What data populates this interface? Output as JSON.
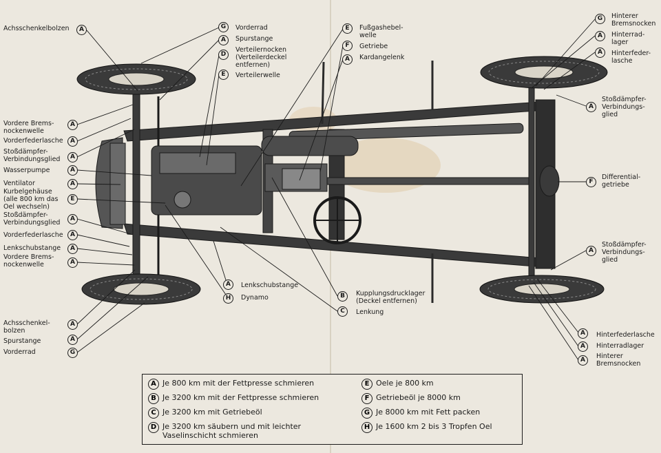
{
  "callouts": [
    {
      "id": "achsschenkelbolzen-tl",
      "letter": "A",
      "lines": [
        "Achsschenkelbolzen"
      ]
    },
    {
      "id": "vorderrad-top",
      "letter": "G",
      "lines": [
        "Vorderrad"
      ]
    },
    {
      "id": "spurstange-top",
      "letter": "A",
      "lines": [
        "Spurstange"
      ]
    },
    {
      "id": "verteilernocken",
      "letter": "D",
      "lines": [
        "Verteilernocken",
        "(Verteilerdeckel",
        "entfernen)"
      ]
    },
    {
      "id": "verteilerwelle",
      "letter": "E",
      "lines": [
        "Verteilerwelle"
      ]
    },
    {
      "id": "fussgashebelwelle",
      "letter": "E",
      "lines": [
        "Fußgashebel-",
        "welle"
      ]
    },
    {
      "id": "getriebe",
      "letter": "F",
      "lines": [
        "Getriebe"
      ]
    },
    {
      "id": "kardangelenk",
      "letter": "A",
      "lines": [
        "Kardangelenk"
      ]
    },
    {
      "id": "hinterer-bremsnocken-top",
      "letter": "G",
      "lines": [
        "Hinterer",
        "Bremsnocken"
      ]
    },
    {
      "id": "hinterradlager-top",
      "letter": "A",
      "lines": [
        "Hinterrad-",
        "lager"
      ]
    },
    {
      "id": "hinterfederlasche-top",
      "letter": "A",
      "lines": [
        "Hinterfeder-",
        "lasche"
      ]
    },
    {
      "id": "stossdaempfer-rt",
      "letter": "A",
      "lines": [
        "Stoßdämpfer-",
        "Verbindungs-",
        "glied"
      ]
    },
    {
      "id": "differentialgetriebe",
      "letter": "F",
      "lines": [
        "Differential-",
        "getriebe"
      ]
    },
    {
      "id": "stossdaempfer-rb",
      "letter": "A",
      "lines": [
        "Stoßdämpfer-",
        "Verbindungs-",
        "glied"
      ]
    },
    {
      "id": "hinterfederlasche-bottom",
      "letter": "A",
      "lines": [
        "Hinterfederlasche"
      ]
    },
    {
      "id": "hinterradlager-bottom",
      "letter": "A",
      "lines": [
        "Hinterradlager"
      ]
    },
    {
      "id": "hinterer-bremsnocken-bottom",
      "letter": "A",
      "lines": [
        "Hinterer",
        "Bremsnocken"
      ]
    },
    {
      "id": "vordere-bremsnockenwelle-top",
      "letter": "A",
      "lines": [
        "Vordere Brems-",
        "nockenwelle"
      ]
    },
    {
      "id": "vorderfederlasche-top",
      "letter": "A",
      "lines": [
        "Vorderfederlasche"
      ]
    },
    {
      "id": "stossdaempfer-lt",
      "letter": "A",
      "lines": [
        "Stoßdämpfer-",
        "Verbindungsglied"
      ]
    },
    {
      "id": "wasserpumpe",
      "letter": "A",
      "lines": [
        "Wasserpumpe"
      ]
    },
    {
      "id": "ventilator",
      "letter": "A",
      "lines": [
        "Ventilator"
      ]
    },
    {
      "id": "kurbelgehaeuse",
      "letter": "E",
      "lines": [
        "Kurbelgehäuse",
        "(alle 800 km das",
        "Oel wechseln)"
      ]
    },
    {
      "id": "stossdaempfer-lb",
      "letter": "A",
      "lines": [
        "Stoßdämpfer-",
        "Verbindungsglied"
      ]
    },
    {
      "id": "vorderfederlasche-bottom",
      "letter": "A",
      "lines": [
        "Vorderfederlasche"
      ]
    },
    {
      "id": "lenkschubstange-left",
      "letter": "A",
      "lines": [
        "Lenkschubstange"
      ]
    },
    {
      "id": "vordere-bremsnockenwelle-bottom",
      "letter": "A",
      "lines": [
        "Vordere Brems-",
        "nockenwelle"
      ]
    },
    {
      "id": "lenkschubstange-center",
      "letter": "A",
      "lines": [
        "Lenkschubstange"
      ]
    },
    {
      "id": "dynamo",
      "letter": "H",
      "lines": [
        "Dynamo"
      ]
    },
    {
      "id": "kupplungsdrucklager",
      "letter": "B",
      "lines": [
        "Kupplungsdrucklager",
        "(Deckel entfernen)"
      ]
    },
    {
      "id": "lenkung",
      "letter": "C",
      "lines": [
        "Lenkung"
      ]
    },
    {
      "id": "achsschenkelbolzen-bl",
      "letter": "A",
      "lines": [
        "Achsschenkel-",
        "bolzen"
      ]
    },
    {
      "id": "spurstange-bottom",
      "letter": "A",
      "lines": [
        "Spurstange"
      ]
    },
    {
      "id": "vorderrad-bottom",
      "letter": "G",
      "lines": [
        "Vorderrad"
      ]
    }
  ],
  "legend": [
    {
      "letter": "A",
      "lines": [
        "Je 800 km mit der Fettpresse schmieren"
      ]
    },
    {
      "letter": "B",
      "lines": [
        "Je 3200 km mit der Fettpresse schmieren"
      ]
    },
    {
      "letter": "C",
      "lines": [
        "Je 3200 km mit Getriebeöl"
      ]
    },
    {
      "letter": "D",
      "lines": [
        "Je 3200 km säubern und mit leichter",
        "Vaselinschicht schmieren"
      ]
    },
    {
      "letter": "E",
      "lines": [
        "Oele je 800 km"
      ]
    },
    {
      "letter": "F",
      "lines": [
        "Getriebeöl je 8000 km"
      ]
    },
    {
      "letter": "G",
      "lines": [
        "Je 8000 km mit Fett packen"
      ]
    },
    {
      "letter": "H",
      "lines": [
        "Je 1600 km 2 bis 3 Tropfen Oel"
      ]
    }
  ]
}
